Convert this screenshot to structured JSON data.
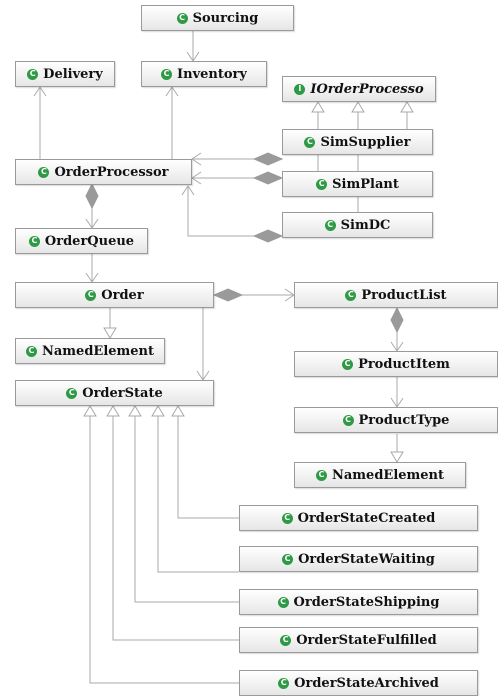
{
  "diagram": {
    "classes": {
      "sourcing": {
        "name": "Sourcing",
        "icon": "class-icon"
      },
      "delivery": {
        "name": "Delivery",
        "icon": "class-icon"
      },
      "inventory": {
        "name": "Inventory",
        "icon": "class-icon"
      },
      "iorderprocessor": {
        "name": "IOrderProcesso",
        "icon": "class-icon",
        "italic": true
      },
      "simsupplier": {
        "name": "SimSupplier",
        "icon": "class-icon"
      },
      "orderprocessor": {
        "name": "OrderProcessor",
        "icon": "class-icon"
      },
      "simplant": {
        "name": "SimPlant",
        "icon": "class-icon"
      },
      "simdc": {
        "name": "SimDC",
        "icon": "class-icon"
      },
      "orderqueue": {
        "name": "OrderQueue",
        "icon": "class-icon"
      },
      "order": {
        "name": "Order",
        "icon": "class-icon"
      },
      "productlist": {
        "name": "ProductList",
        "icon": "class-icon"
      },
      "namedelement1": {
        "name": "NamedElement",
        "icon": "class-icon"
      },
      "productitem": {
        "name": "ProductItem",
        "icon": "class-icon"
      },
      "orderstate": {
        "name": "OrderState",
        "icon": "class-icon"
      },
      "producttype": {
        "name": "ProductType",
        "icon": "class-icon"
      },
      "namedelement2": {
        "name": "NamedElement",
        "icon": "class-icon"
      },
      "orderstatecreated": {
        "name": "OrderStateCreated",
        "icon": "class-icon"
      },
      "orderstatewaiting": {
        "name": "OrderStateWaiting",
        "icon": "class-icon"
      },
      "orderstateshipping": {
        "name": "OrderStateShipping",
        "icon": "class-icon"
      },
      "orderstatefulfilled": {
        "name": "OrderStateFulfilled",
        "icon": "class-icon"
      },
      "orderstatearchived": {
        "name": "OrderStateArchived",
        "icon": "class-icon"
      }
    },
    "colors": {
      "class_icon": "#2e9a45",
      "edge": "#aaaaaa",
      "diamond": "#9a9a9a",
      "box_border": "#9a9a9a"
    }
  }
}
